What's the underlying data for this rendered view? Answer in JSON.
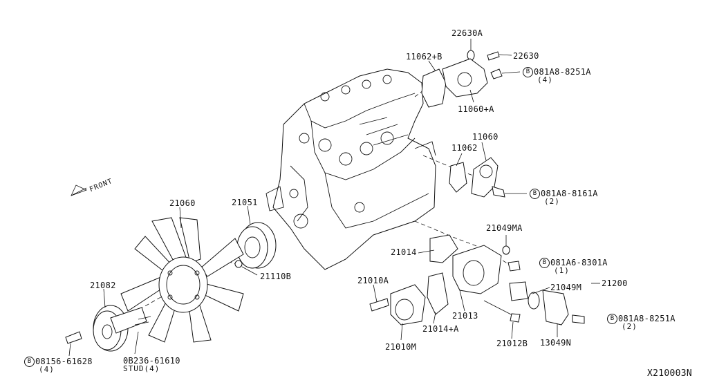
{
  "diagram_id": "X210003N",
  "front_label": "FRONT",
  "labels": {
    "p22630A": "22630A",
    "p22630": "22630",
    "p11062B": "11062+B",
    "p11060A": "11060+A",
    "p081A8_8251A_top": "081A8-8251A",
    "p081A8_8251A_top_qty": "(4)",
    "p11060": "11060",
    "p11062": "11062",
    "p081A8_8161A": "081A8-8161A",
    "p081A8_8161A_qty": "(2)",
    "p21060": "21060",
    "p21051": "21051",
    "p21049MA": "21049MA",
    "p21014": "21014",
    "p081A6_8301A": "081A6-8301A",
    "p081A6_8301A_qty": "(1)",
    "p21110B": "21110B",
    "p21082": "21082",
    "p21010A": "21010A",
    "p21049M": "21049M",
    "p21200": "21200",
    "p21013": "21013",
    "p081A8_8251A_bot": "081A8-8251A",
    "p081A8_8251A_bot_qty": "(2)",
    "p21014A": "21014+A",
    "p21012B": "21012B",
    "p13049N": "13049N",
    "p21010M": "21010M",
    "p08156_61628": "08156-61628",
    "p08156_61628_qty": "(4)",
    "p0B236_61610": "0B236-61610",
    "p0B236_stud": "STUD(4)",
    "bolt_mark": "B"
  }
}
